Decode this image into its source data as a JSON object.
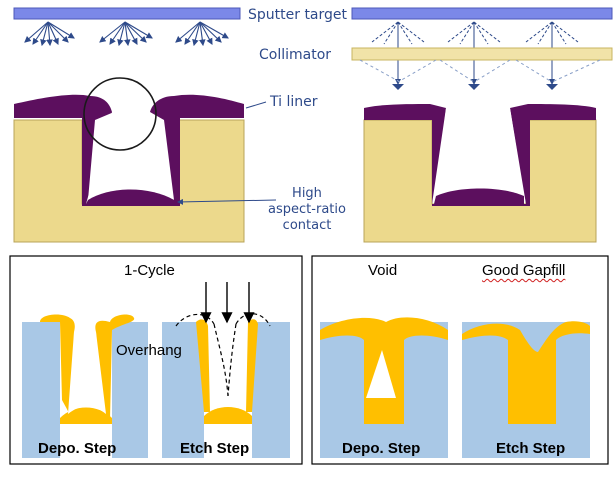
{
  "top_labels": {
    "sputter_target": "Sputter target",
    "collimator": "Collimator",
    "ti_liner": "Ti liner",
    "contact_line1": "High",
    "contact_line2": "aspect-ratio",
    "contact_line3": "contact"
  },
  "panel_left": {
    "cycle_label": "1-Cycle",
    "overhang_label": "Overhang",
    "depo_label": "Depo. Step",
    "etch_label": "Etch Step"
  },
  "panel_right": {
    "void_label": "Void",
    "gapfill_label": "Good Gapfill",
    "depo_label": "Depo. Step",
    "etch_label": "Etch Step"
  },
  "colors": {
    "target": "#7b88e8",
    "liner": "#5c0f5e",
    "substrate": "#ecd98c",
    "collimator": "#f1e3a8",
    "wafer": "#a9c8e6",
    "film": "#ffbf00",
    "label": "#2e4a8a"
  }
}
